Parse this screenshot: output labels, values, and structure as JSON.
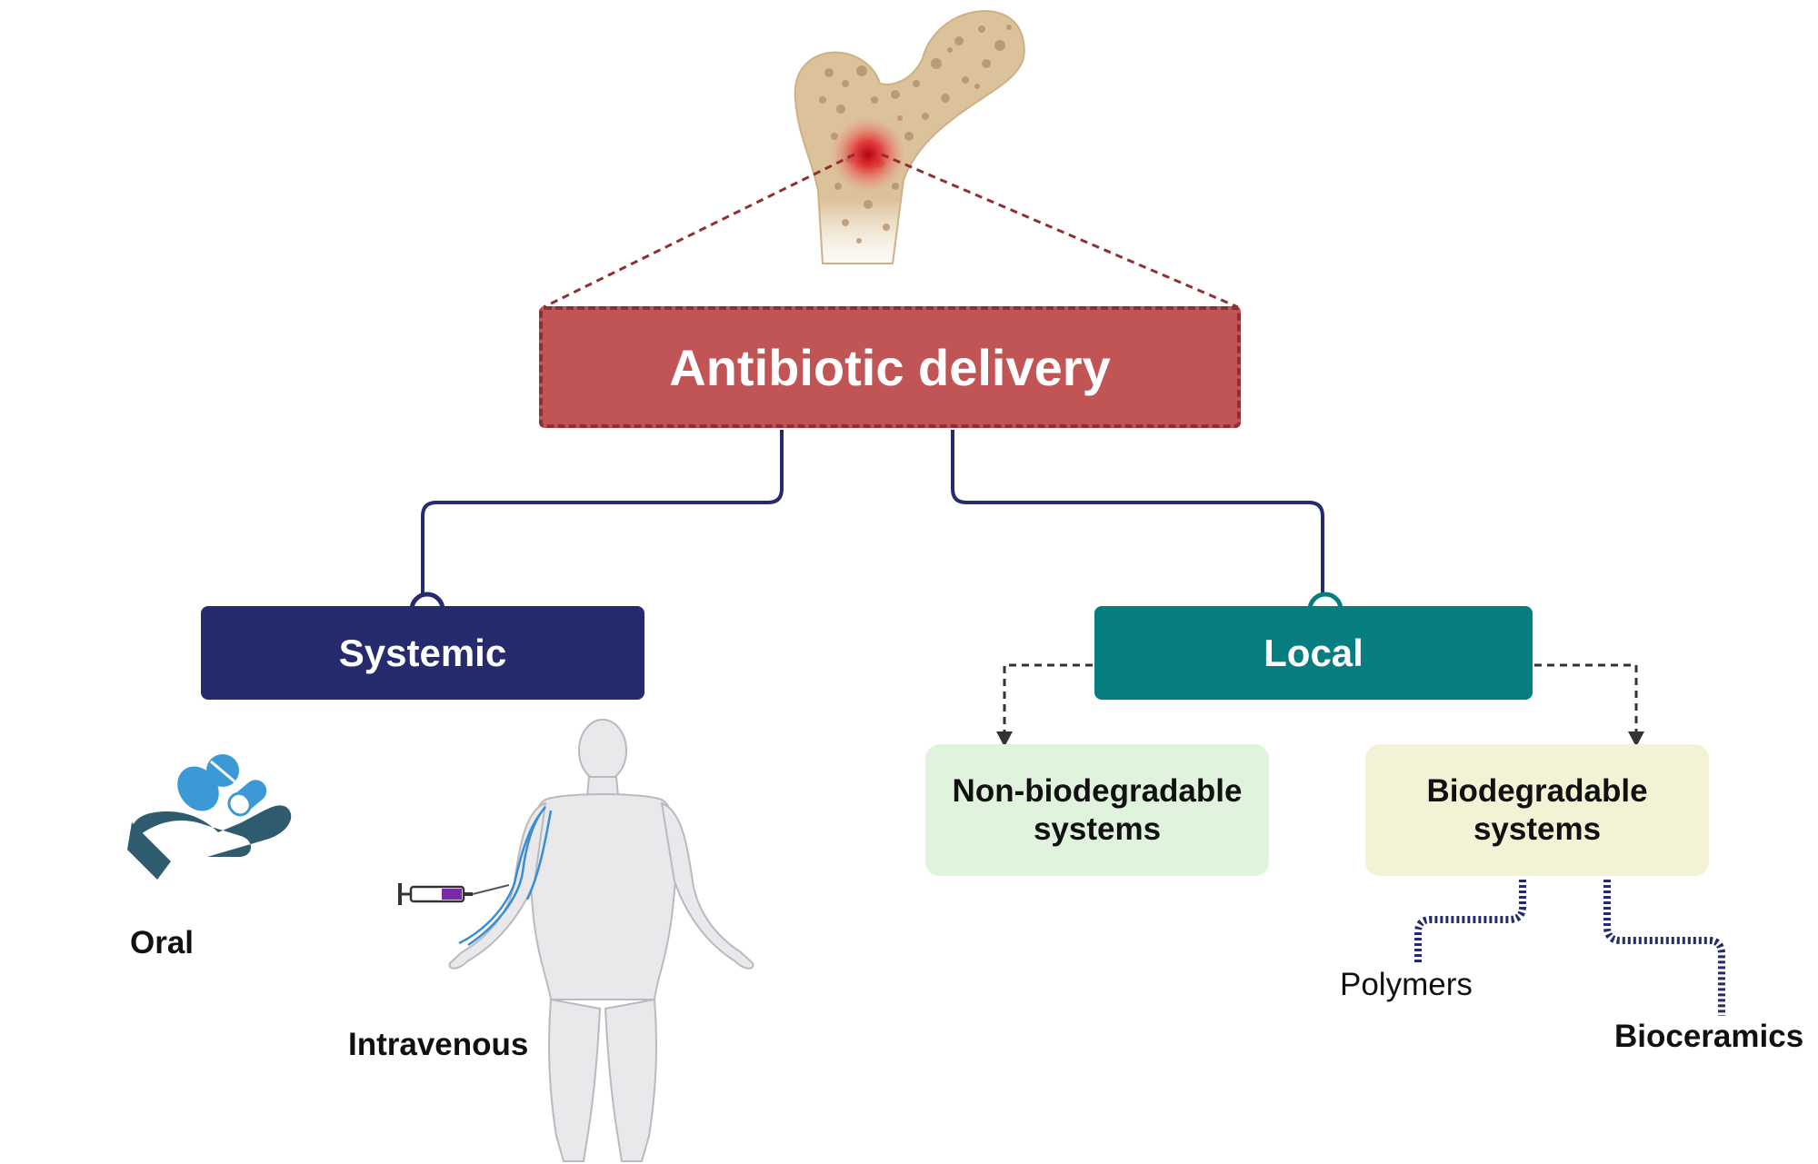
{
  "diagram": {
    "root": "Antibiotic delivery",
    "branches": {
      "systemic": {
        "label": "Systemic",
        "routes": {
          "oral": "Oral",
          "intravenous": "Intravenous"
        }
      },
      "local": {
        "label": "Local",
        "non_biodegradable": {
          "line1": "Non-biodegradable",
          "line2": "systems"
        },
        "biodegradable": {
          "line1": "Biodegradable",
          "line2": "systems",
          "materials": {
            "polymers": "Polymers",
            "bioceramics": "Bioceramics"
          }
        }
      }
    }
  },
  "colors": {
    "root_fill": "#c15556",
    "root_border": "#8e2f34",
    "systemic": "#262b6e",
    "local": "#067e80",
    "non_biodegradable_fill": "#e0f3dd",
    "biodegradable_fill": "#f4f2d5",
    "connector": "#262b6e",
    "dashed_arrow": "#333333",
    "bone": "#dcc29a",
    "infection": "#cc1f1f"
  },
  "icons": [
    "femur-bone-illustration",
    "infection-site-icon",
    "pills-in-hand-icon",
    "human-body-figure",
    "syringe-icon",
    "arm-veins-icon"
  ]
}
